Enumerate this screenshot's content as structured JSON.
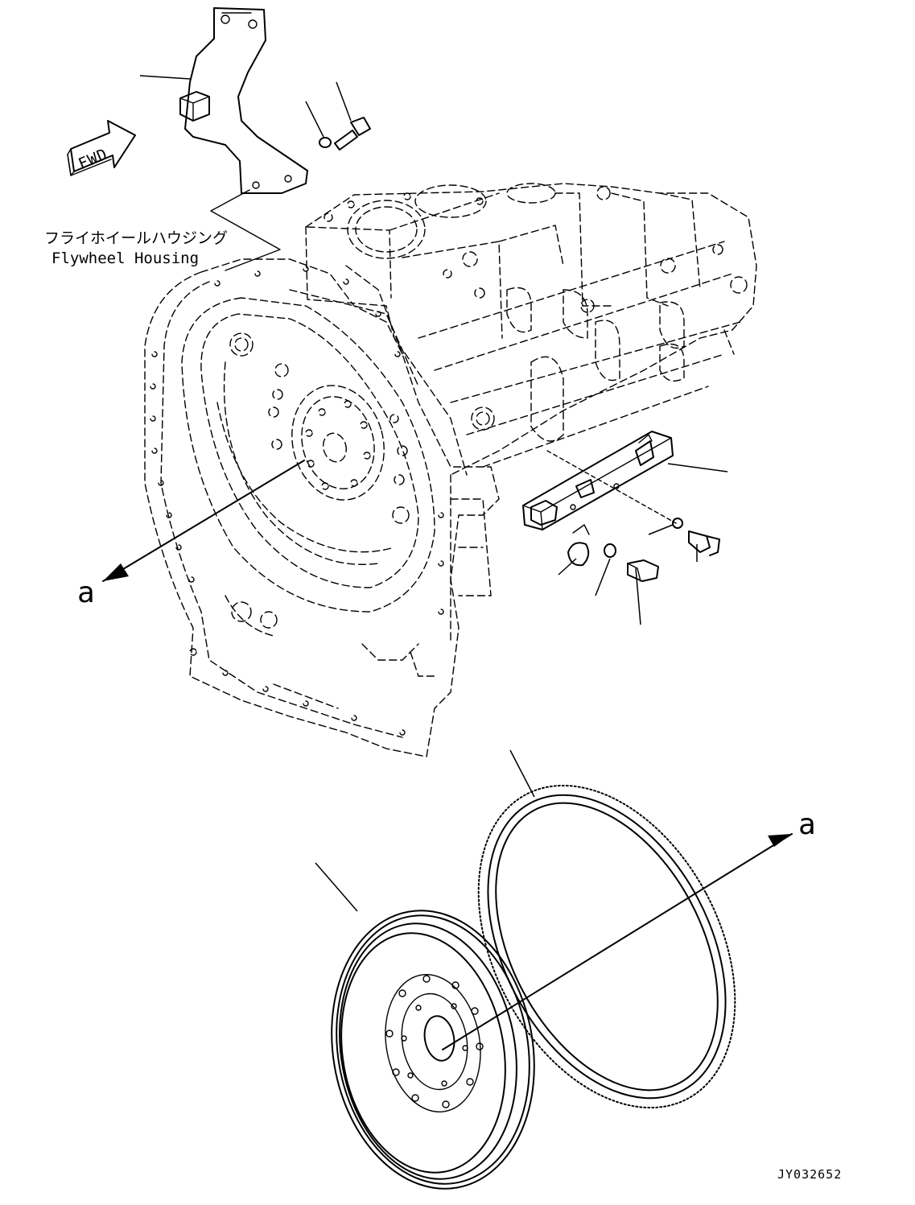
{
  "labels": {
    "housing_jp": "フライホイールハウジング",
    "housing_en": "Flywheel Housing",
    "fwd": "FWD",
    "view_marker_left": "a",
    "view_marker_right": "a",
    "drawing_number": "JY032652"
  }
}
